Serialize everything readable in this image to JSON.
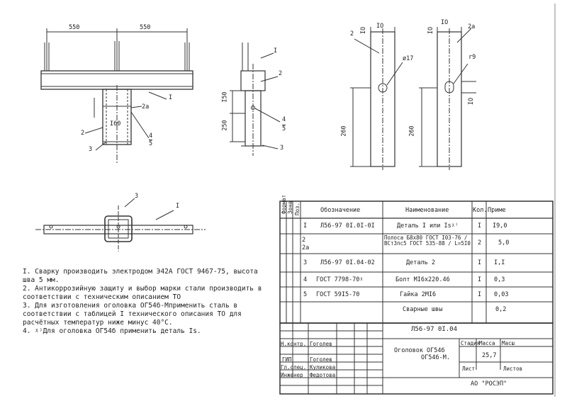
{
  "drawing": {
    "dim_550_a": "550",
    "dim_550_b": "550",
    "lbl_I_a": "I",
    "lbl_160": "I60",
    "lbl_2": "2",
    "lbl_2a": "2а",
    "lbl_3": "3",
    "lbl_4": "4",
    "lbl_5": "5",
    "lbl_I_b": "I",
    "lbl_2_b": "2",
    "lbl_150": "I50",
    "lbl_250": "250",
    "lbl_4_b": "4",
    "lbl_5_b": "5",
    "lbl_3_b": "3",
    "lbl_2_c": "2",
    "lbl_10_a": "IO",
    "lbl_10_b": "IO",
    "lbl_phi17": "ø17",
    "lbl_260_a": "260",
    "lbl_2a_b": "2а",
    "lbl_10_c": "IO",
    "lbl_10_d": "IO",
    "lbl_r9": "r9",
    "lbl_260_b": "260",
    "lbl_10_e": "IO",
    "lbl_3_plan": "3",
    "lbl_I_plan": "I"
  },
  "notes": [
    "I. Сварку производить электродом Э42А ГОСТ 9467-75, высота шва 5 мм.",
    "2. Антикоррозийную защиту и выбор марки стали производить в соответствии с техническим описанием ТО",
    "3. Для изготовления оголовка ОГ54б-Мприменить сталь в соответствии с таблицей I технического описания ТО для расчётных температур ниже минус 40°С.",
    "4. ᵡ⁾Для оголовка ОГ54б применить деталь Is."
  ],
  "spec_table": {
    "headers": [
      "Формат",
      "Зона",
      "Поз.",
      "Обозначение",
      "Наименование",
      "Кол.",
      "Приме"
    ],
    "rows": [
      {
        "pos": "I",
        "designation": "Л56-97 0I.0I-0I",
        "name": "Деталь I или Isᵡ⁾",
        "qty": "I",
        "note": "I9,0"
      },
      {
        "pos": "2\n2а",
        "designation": "",
        "name": "Полоса Б8х80 ГОСТ I03-76 / ВСт3пс5 ГОСТ 535-88 / L=5I0",
        "qty": "2",
        "note": "5,0"
      },
      {
        "pos": "3",
        "designation": "Л56-97 0I.04-02",
        "name": "Деталь 2",
        "qty": "I",
        "note": "I,I"
      },
      {
        "pos": "4",
        "designation": "ГОСТ 7798-70ᵡ",
        "name": "Болт МI6х220.46",
        "qty": "I",
        "note": "0,3"
      },
      {
        "pos": "5",
        "designation": "ГОСТ 59I5-70",
        "name": "Гайка 2МI6",
        "qty": "I",
        "note": "0,03"
      },
      {
        "pos": "",
        "designation": "",
        "name": "Сварные швы",
        "qty": "",
        "note": "0,2"
      }
    ]
  },
  "title_block": {
    "doc_code": "Л56-97 0I.04",
    "product_name_1": "Оголовок ОГ54б",
    "product_name_2": "ОГ54б-М.",
    "stage_label": "Стадия",
    "mass_label": "Масса",
    "scale_label": "Масш",
    "mass_value": "25,7",
    "sheet_label": "Лист",
    "sheets_label": "Листов",
    "org": "АО \"РОСЭП\"",
    "roles": [
      {
        "role": "Н.контр.",
        "name": "Гоголев"
      },
      {
        "role": "ГИП",
        "name": "Гоголев"
      },
      {
        "role": "Гл.спец.",
        "name": "Куликова"
      },
      {
        "role": "Инженер",
        "name": "Федотова"
      }
    ]
  }
}
